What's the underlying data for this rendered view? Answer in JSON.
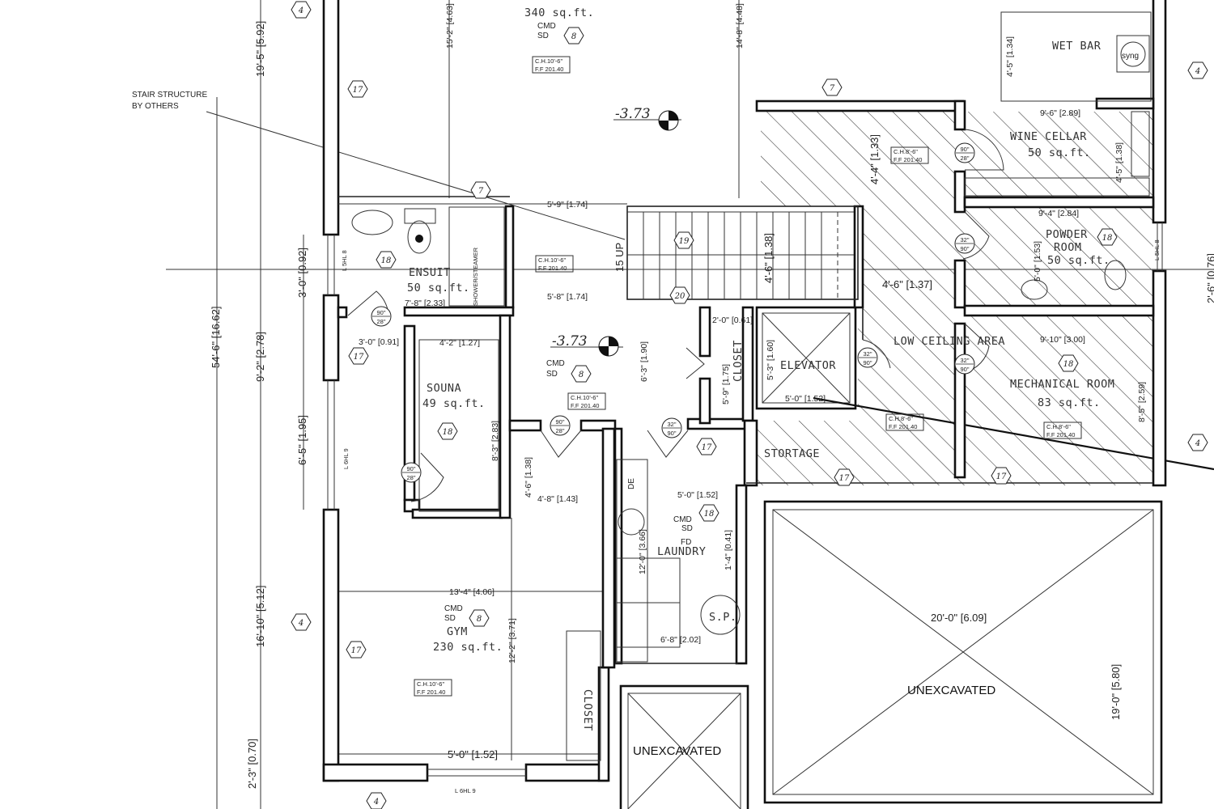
{
  "notes": {
    "stair_structure_line1": "STAIR STRUCTURE",
    "stair_structure_line2": "BY OTHERS",
    "stair_up": "15 UP"
  },
  "rooms": {
    "recreation_area": "340  sq.ft.",
    "wet_bar": "WET BAR",
    "sink": "syng",
    "wine_cellar": "WINE CELLAR",
    "wine_cellar_area": "50  sq.ft.",
    "powder_room_1": "POWDER",
    "powder_room_2": "ROOM",
    "powder_room_area": "50  sq.ft.",
    "ensuite": "ENSUIT",
    "ensuite_area": "50 sq.ft.",
    "shower": "SHOWER/STEAMER",
    "sauna": "SOUNA",
    "sauna_area": "49 sq.ft.",
    "closet_hall": "CLOSET",
    "elevator": "ELEVATOR",
    "low_ceiling": "LOW CEILING AREA",
    "mechanical": "MECHANICAL ROOM",
    "mechanical_area": "83  sq.ft.",
    "storage": "STORTAGE",
    "laundry": "LAUNDRY",
    "dryer": "DE",
    "sump_pit": "S.P.",
    "gym": "GYM",
    "gym_area": "230  sq.ft.",
    "closet_gym": "CLOSET",
    "unexcavated_large": "UNEXCAVATED",
    "unexcavated_small": "UNEXCAVATED"
  },
  "devices": {
    "cmd": "CMD",
    "sd": "SD",
    "fd": "FD"
  },
  "elevations": [
    "-3.73",
    "-3.73"
  ],
  "ceiling_tags": {
    "ch_10_6": "C.H.10'-6\"",
    "ch_8_6": "C.H.8'-6\"",
    "ff": "F.F 201.40"
  },
  "window_tags": [
    "L 5HL 8",
    "L 6HL 9",
    "L 6HL 9",
    "L 5HL 8"
  ],
  "tags": [
    "4",
    "17",
    "8",
    "7",
    "19",
    "20",
    "18"
  ],
  "door_tags": {
    "a": "90\"",
    "b": "28\"",
    "c": "32\"",
    "d": "90\""
  },
  "dimensions": [
    "15'-2\" [4.63]",
    "14'-8\" [4.48]",
    "4'-5\" [1.34]",
    "9'-6\" [2.89]",
    "4'-4\" [1.33]",
    "4'-5\" [1.38]",
    "5'-9\" [1.74]",
    "5'-8\" [1.74]",
    "7'-8\" [2.33]",
    "4'-6\" [1.38]",
    "4'-6\" [1.37]",
    "9'-4\" [2.84]",
    "5'-0\" [1.53]",
    "3'-0\" [0.91]",
    "4'-2\" [1.27]",
    "2'-0\" [0.61]",
    "6'-3\" [1.90]",
    "5'-9\" [1.75]",
    "5'-3\" [1.60]",
    "5'-0\" [1.52]",
    "9'-10\" [3.00]",
    "8'-5\" [2.59]",
    "8'-3\" [2.83]",
    "4'-6\" [1.38]",
    "4'-8\" [1.43]",
    "5'-0\" [1.52]",
    "12'-0\" [3.66]",
    "1'-4\" [0.41]",
    "6'-8\" [2.02]",
    "13'-4\" [4.06]",
    "12'-2\" [3.71]",
    "5'-0\" [1.52]",
    "20'-0\" [6.09]",
    "19'-0\" [5.80]",
    "54'-6\" [16.62]",
    "19'-5\" [5.92]",
    "9'-2\" [2.78]",
    "16'-10\" [5.12]",
    "2'-3\" [0.70]",
    "3'-0\" [0.92]",
    "6'-5\" [1.95]",
    "2'-6\" [0.76]"
  ]
}
